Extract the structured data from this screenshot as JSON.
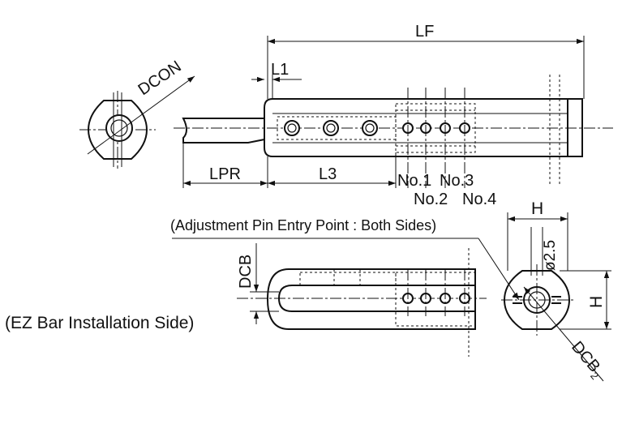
{
  "labels": {
    "lf": "LF",
    "l1": "L1",
    "dcon": "DCON",
    "lpr": "LPR",
    "l3": "L3",
    "no1": "No.1",
    "no2": "No.2",
    "no3": "No.3",
    "no4": "No.4",
    "h_top": "H",
    "h_side": "H",
    "pin_note": "(Adjustment Pin Entry Point : Both Sides)",
    "dcb": "DCB",
    "phi25": "ø2.5",
    "dcb2": "DCB",
    "dcb2_sub": "2",
    "ez_note": "(EZ Bar Installation Side)"
  },
  "colors": {
    "line": "#111111",
    "background": "#ffffff"
  }
}
